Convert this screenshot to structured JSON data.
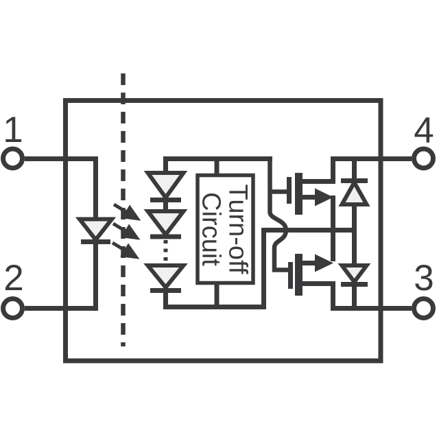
{
  "colors": {
    "stroke": "#3a3a3c",
    "device_fill": "#f0f0f0",
    "background": "#ffffff"
  },
  "pins": {
    "p1": {
      "label": "1"
    },
    "p2": {
      "label": "2"
    },
    "p3": {
      "label": "3"
    },
    "p4": {
      "label": "4"
    }
  },
  "block": {
    "line1": "Turn-off",
    "line2": "Circuit"
  },
  "components": {
    "input_led": "led-diode-icon",
    "light_path": "light-emission-arrows-icon",
    "isolation": "isolation-barrier-dashed-line",
    "photodiode_array": "photodiode-stack-icon",
    "control_block": "turn-off-circuit-block",
    "output_switch_upper": "mosfet-with-body-diode-icon",
    "output_switch_lower": "mosfet-with-body-diode-icon"
  }
}
